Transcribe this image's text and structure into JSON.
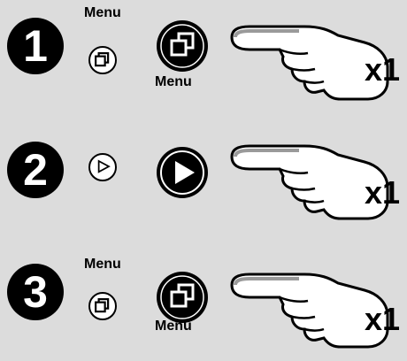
{
  "steps": [
    {
      "number": "1",
      "top_label": "Menu",
      "small_icon": "menu-copy-icon",
      "big_icon": "menu-copy-icon",
      "bottom_label": "Menu",
      "count": "x1"
    },
    {
      "number": "2",
      "top_label": "",
      "small_icon": "play-icon",
      "big_icon": "play-icon",
      "bottom_label": "",
      "count": "x1"
    },
    {
      "number": "3",
      "top_label": "Menu",
      "small_icon": "menu-copy-icon",
      "big_icon": "menu-copy-icon",
      "bottom_label": "Menu",
      "count": "x1"
    }
  ],
  "colors": {
    "background": "#dcdcdc",
    "ink": "#000000",
    "paper": "#ffffff"
  }
}
